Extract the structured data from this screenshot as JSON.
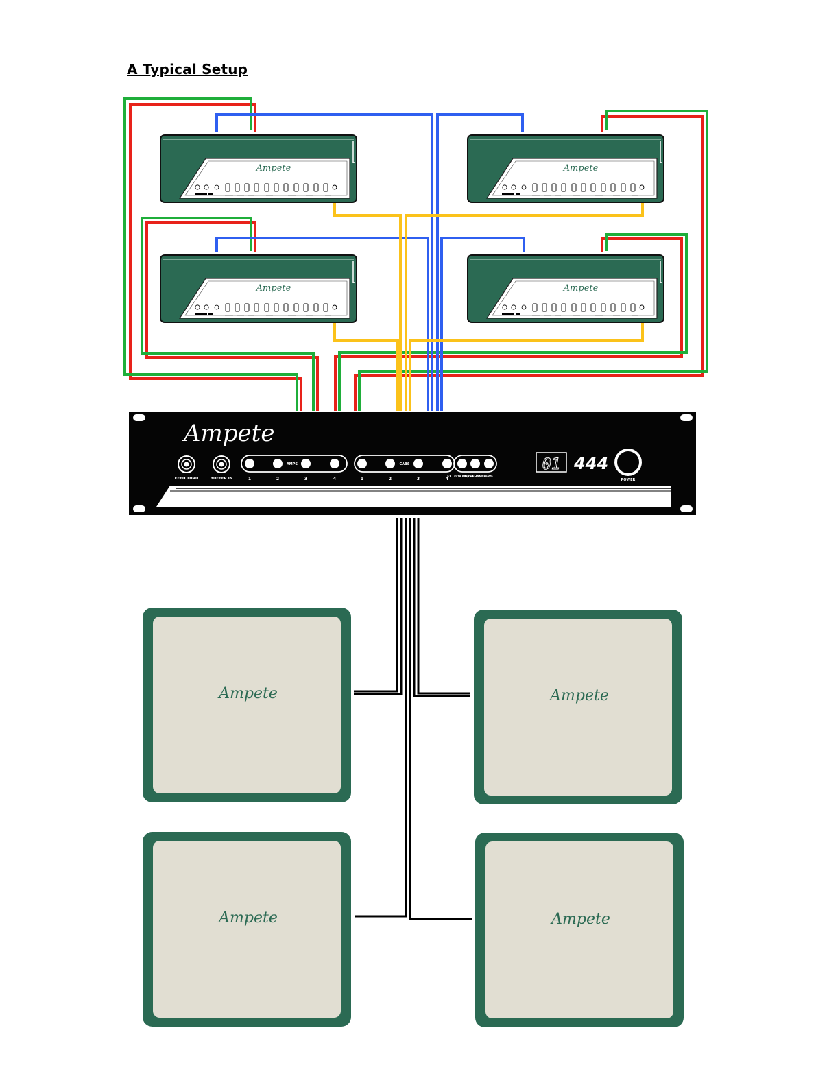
{
  "title": "A Typical Setup",
  "colors": {
    "cable_red": "#e8221a",
    "cable_green": "#1fae3a",
    "cable_blue": "#2f5ff0",
    "cable_yellow": "#fbc21a",
    "cable_black": "#000000",
    "amp_green": "#2b6a53",
    "cab_grill": "#e1ded2",
    "rack_black": "#050505"
  },
  "amp_heads": {
    "count": 4,
    "logo": "Ampete"
  },
  "cabinets": {
    "count": 4,
    "logo": "Ampete"
  },
  "switcher": {
    "logo": "Ampete",
    "model": "444",
    "display": "01",
    "jacks": [
      "FEED THRU",
      "BUFFER IN"
    ],
    "amps_label": "AMPS",
    "cabs_label": "CABS",
    "amp_numbers": [
      "1",
      "2",
      "3",
      "4"
    ],
    "cab_numbers": [
      "1",
      "2",
      "3",
      "4"
    ],
    "extra_buttons": [
      "FX LOOP ON/OFF",
      "BASS CHANNEL",
      "SAVE"
    ],
    "power_label": "POWER"
  }
}
